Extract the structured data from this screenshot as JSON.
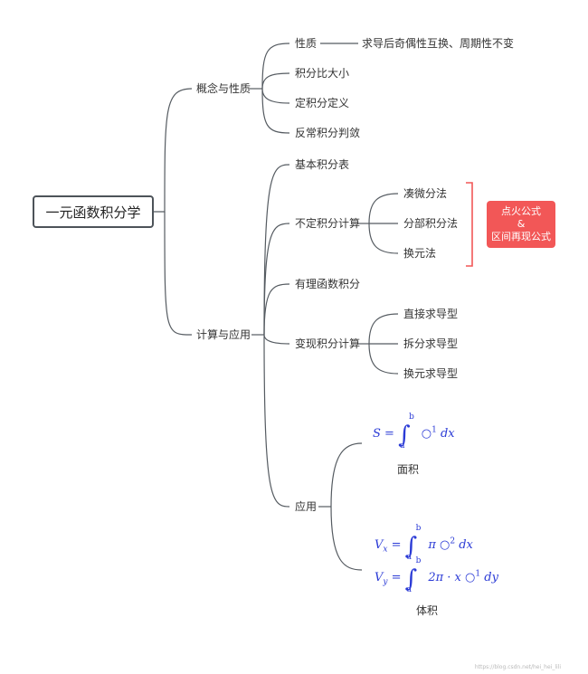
{
  "root": {
    "label": "一元函数积分学"
  },
  "branches": {
    "concept": {
      "label": "概念与性质",
      "items": {
        "property": "性质",
        "property_note": "求导后奇偶性互换、周期性不变",
        "compare": "积分比大小",
        "definite_def": "定积分定义",
        "improper": "反常积分判敛"
      }
    },
    "calc": {
      "label": "计算与应用",
      "basic_table": "基本积分表",
      "indefinite": {
        "label": "不定积分计算",
        "items": [
          "凑微分法",
          "分部积分法",
          "换元法"
        ]
      },
      "rational": "有理函数积分",
      "varlimit": {
        "label": "变现积分计算",
        "items": [
          "直接求导型",
          "拆分求导型",
          "换元求导型"
        ]
      },
      "application": {
        "label": "应用",
        "area_label": "面积",
        "volume_label": "体积",
        "formula_area": {
          "lhs": "S",
          "upper": "b",
          "lower": "a",
          "body": "○",
          "exp": "1",
          "diff": "dx"
        },
        "formula_vx": {
          "lhs": "V",
          "sub": "x",
          "upper": "b",
          "lower": "a",
          "coef": "π",
          "body": "○",
          "exp": "2",
          "diff": "dx"
        },
        "formula_vy": {
          "lhs": "V",
          "sub": "y",
          "upper": "b",
          "lower": "a",
          "coef": "2π · x",
          "body": "○",
          "exp": "1",
          "diff": "dy"
        }
      }
    }
  },
  "callout": {
    "line1": "点火公式",
    "line2": "&",
    "line3": "区间再现公式"
  },
  "watermark": "https://blog.csdn.net/hei_hei_lili",
  "colors": {
    "line": "#555b61",
    "callout_bg": "#f25757",
    "bracket": "#f25757",
    "formula": "#2b3bd6"
  }
}
